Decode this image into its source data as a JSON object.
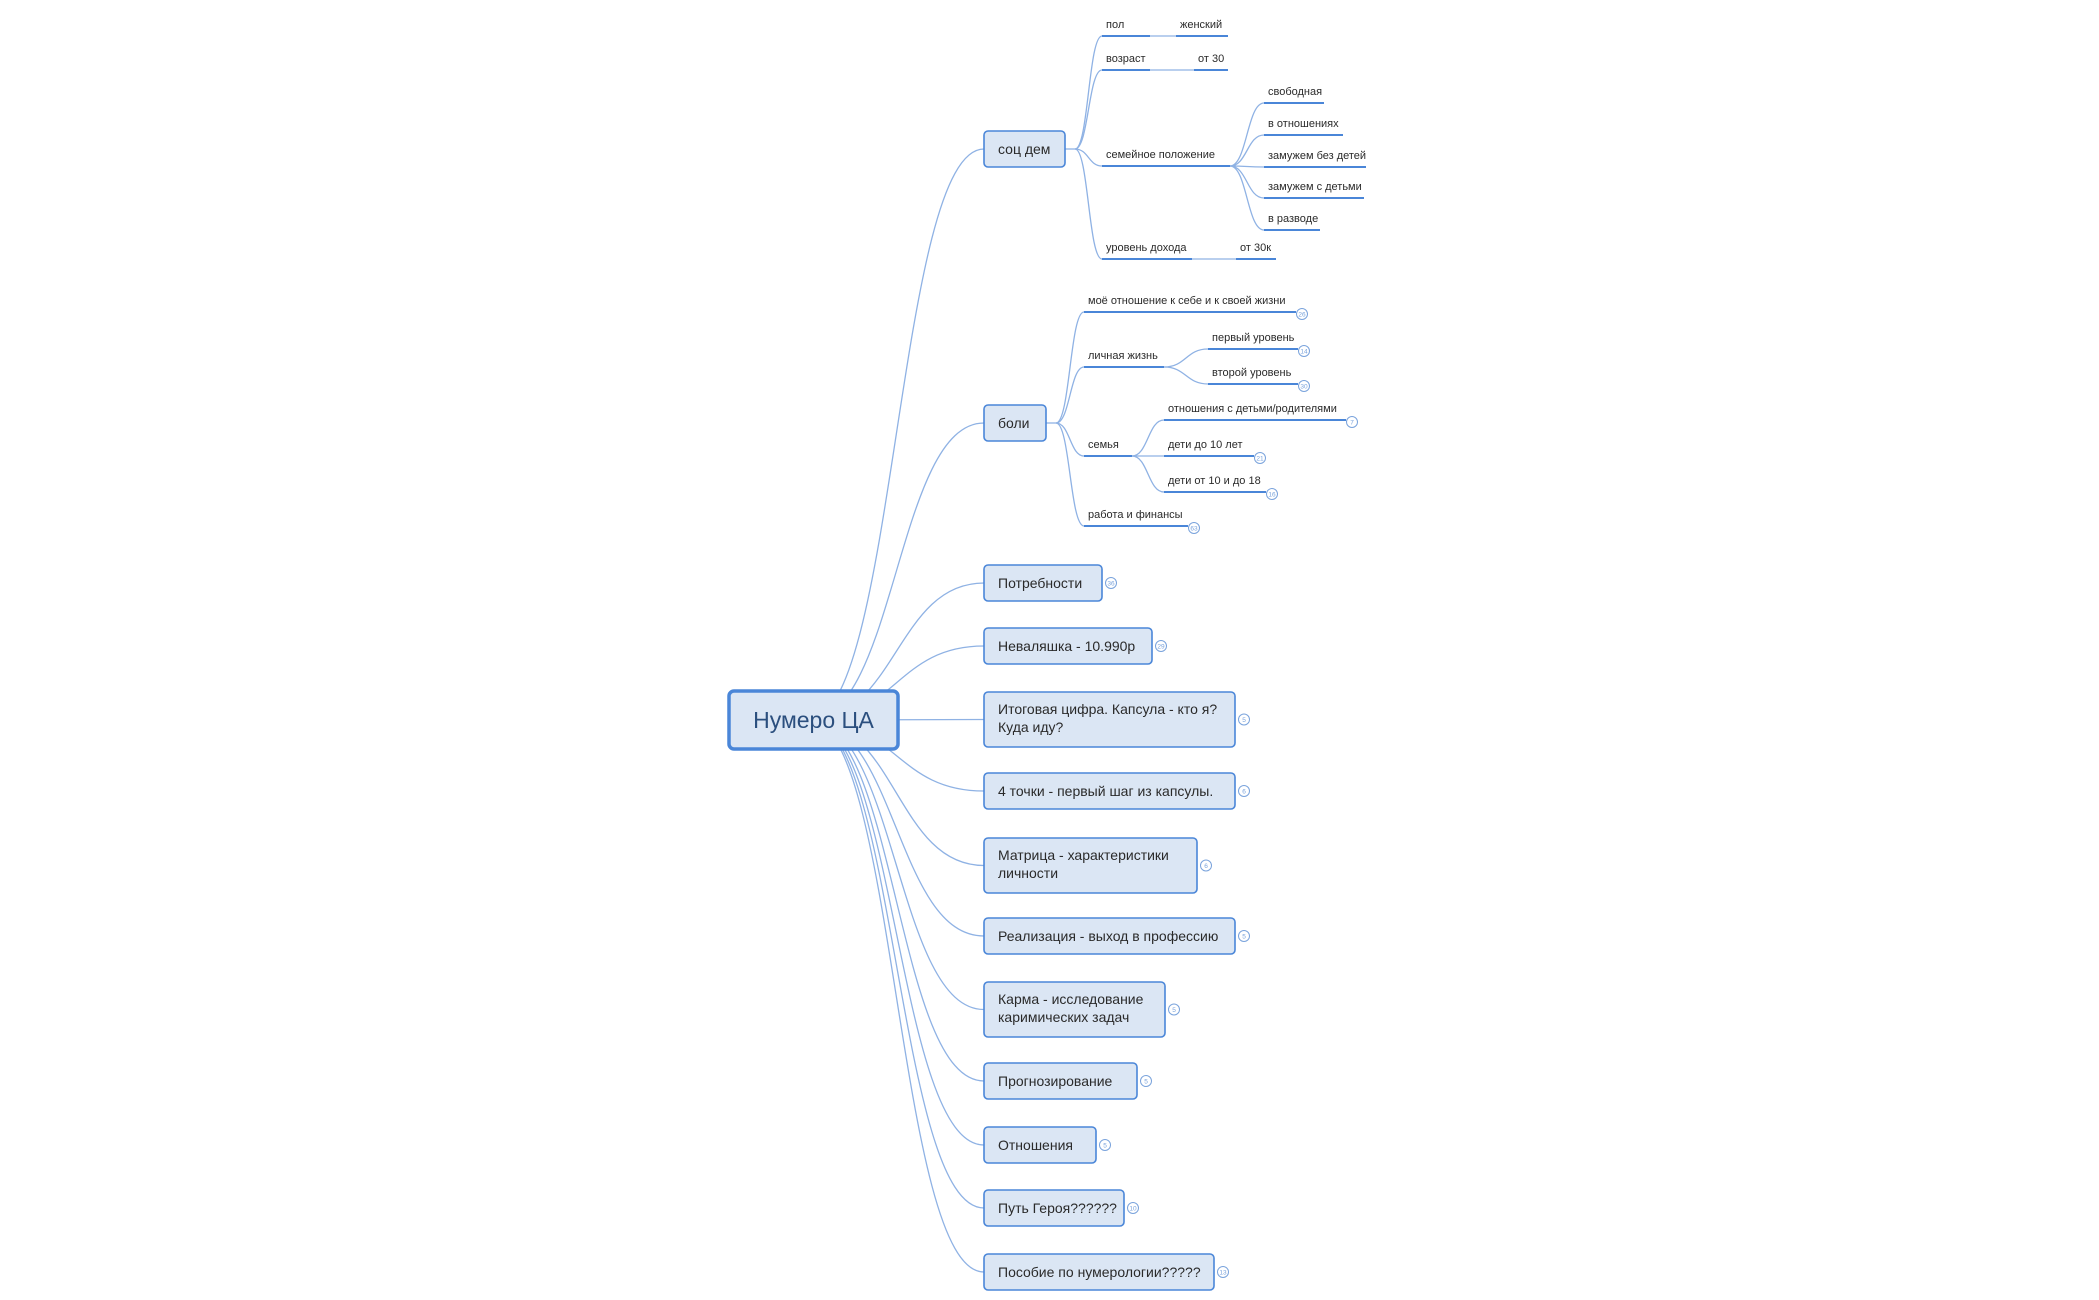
{
  "title": "Нумеро ЦА",
  "colors": {
    "line": "#8fb2e4",
    "underline": "#4a86d8",
    "box_fill": "#dbe6f4",
    "box_border": "#4a86d8",
    "text": "#2a2a2a",
    "badge": "#7aa3dc"
  },
  "branches": [
    {
      "label": "соц дем",
      "children": [
        {
          "label": "пол",
          "children": [
            {
              "label": "женский"
            }
          ]
        },
        {
          "label": "возраст",
          "children": [
            {
              "label": "от 30"
            }
          ]
        },
        {
          "label": "семейное положение",
          "children": [
            {
              "label": "свободная"
            },
            {
              "label": "в отношениях"
            },
            {
              "label": "замужем без детей"
            },
            {
              "label": "замужем с детьми"
            },
            {
              "label": "в разводе"
            }
          ]
        },
        {
          "label": "уровень дохода",
          "children": [
            {
              "label": "от 30к"
            }
          ]
        }
      ]
    },
    {
      "label": "боли",
      "children": [
        {
          "label": "моё отношение к себе и к своей жизни",
          "count": "26"
        },
        {
          "label": "личная жизнь",
          "children": [
            {
              "label": "первый уровень",
              "count": "14"
            },
            {
              "label": "второй уровень",
              "count": "30"
            }
          ]
        },
        {
          "label": "семья",
          "children": [
            {
              "label": "отношения с детьми/родителями",
              "count": "7"
            },
            {
              "label": "дети до 10 лет",
              "count": "21"
            },
            {
              "label": "дети от 10 и до 18",
              "count": "16"
            }
          ]
        },
        {
          "label": "работа и финансы",
          "count": "63"
        }
      ]
    },
    {
      "label": "Потребности",
      "count": "36"
    },
    {
      "label": "Неваляшка - 10.990р",
      "count": "29"
    },
    {
      "label": "Итоговая цифра. Капсула - кто я? Куда иду?",
      "count": "5"
    },
    {
      "label": "4 точки - первый шаг из капсулы.",
      "count": "6"
    },
    {
      "label": "Матрица - характеристики личности",
      "count": "6"
    },
    {
      "label": "Реализация - выход в профессию",
      "count": "5"
    },
    {
      "label": "Карма - исследование каримических задач",
      "count": "5"
    },
    {
      "label": "Прогнозирование",
      "count": "5"
    },
    {
      "label": "Отношения",
      "count": "5"
    },
    {
      "label": "Путь Героя??????",
      "count": "10"
    },
    {
      "label": "Пособие по нумерологии?????",
      "count": "13"
    }
  ]
}
